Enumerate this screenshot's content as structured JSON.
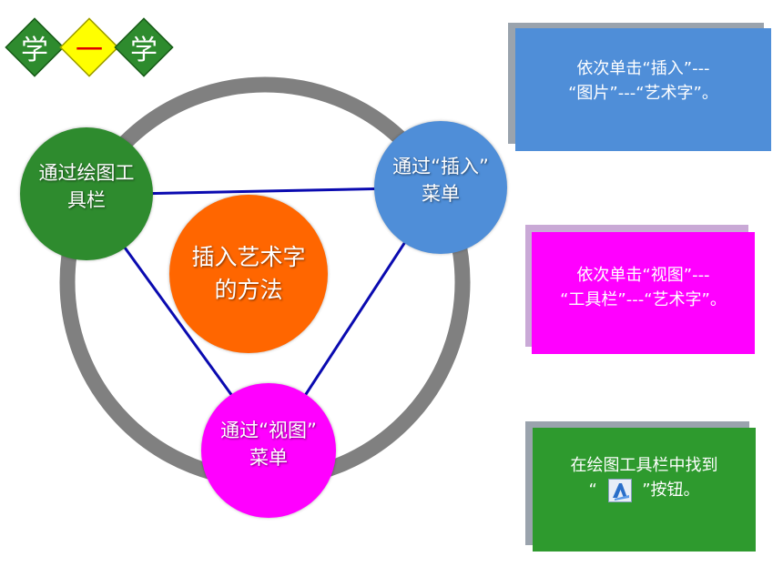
{
  "header": {
    "chars": [
      "学",
      "一",
      "学"
    ],
    "colors": [
      "#2e8b2e",
      "#ffff00",
      "#2e8b2e"
    ]
  },
  "center": {
    "line1": "插入艺术字",
    "line2": "的方法",
    "color": "#ff6600"
  },
  "nodes": [
    {
      "line1": "通过绘图工",
      "line2": "具栏",
      "color": "#2e8b2e"
    },
    {
      "line1": "通过“插入”",
      "line2": "菜单",
      "color": "#4f8ed8"
    },
    {
      "line1": "通过“视图”",
      "line2": "菜单",
      "color": "#ff00ff"
    }
  ],
  "cards": [
    {
      "line1": "依次单击“插入”---",
      "line2": "“图片”---“艺术字”。",
      "color": "#4f8ed8"
    },
    {
      "line1": "依次单击“视图”---",
      "line2": "“工具栏”---“艺术字”。",
      "color": "#ff00ff"
    },
    {
      "line1": "在绘图工具栏中找到",
      "line2_pre": "“",
      "line2_post": "”按钮。",
      "color": "#2e9a2e",
      "icon": "wordart-icon"
    }
  ],
  "ring_color": "#808080",
  "line_color": "#0a0ab0"
}
